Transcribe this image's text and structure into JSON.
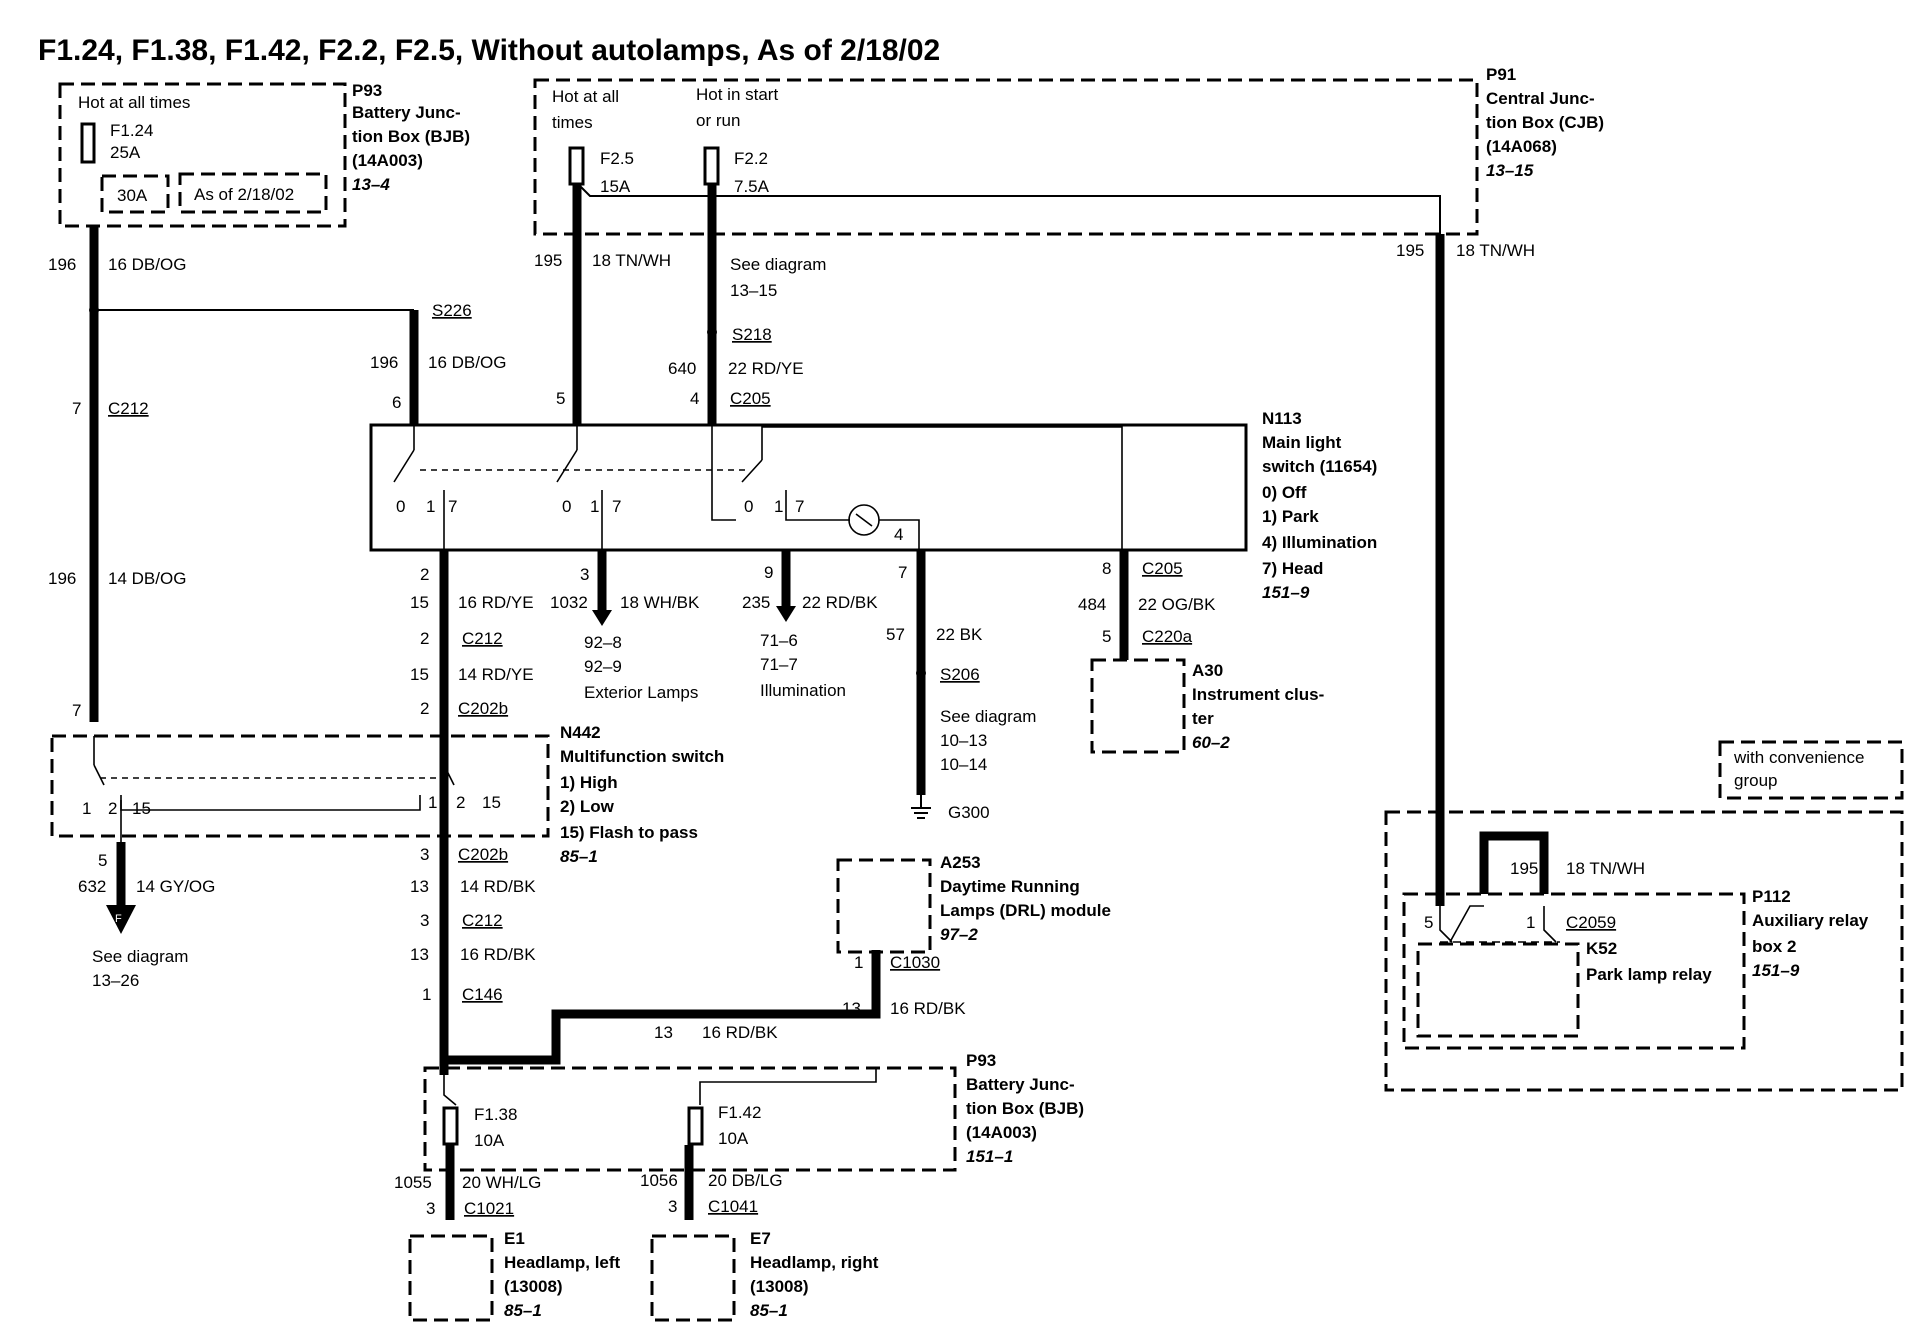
{
  "title": "F1.24, F1.38, F1.42, F2.2, F2.5, Without autolamps, As of 2/18/02",
  "components": {
    "p93_top": {
      "id": "P93",
      "lines": [
        "Battery Junc-",
        "tion Box (BJB)",
        "(14A003)"
      ],
      "ref": "13–4",
      "note": "Hot at all times",
      "fuse": {
        "name": "F1.24",
        "rating": "25A"
      },
      "alt_rating": "30A",
      "alt_date": "As of 2/18/02"
    },
    "p91": {
      "id": "P91",
      "lines": [
        "Central Junc-",
        "tion Box (CJB)",
        "(14A068)"
      ],
      "ref": "13–15",
      "note1": [
        "Hot at all",
        "times"
      ],
      "note2": [
        "Hot in start",
        "or run"
      ],
      "fuse1": {
        "name": "F2.5",
        "rating": "15A"
      },
      "fuse2": {
        "name": "F2.2",
        "rating": "7.5A"
      }
    },
    "n113": {
      "id": "N113",
      "lines": [
        "Main light",
        "switch (11654)"
      ],
      "positions": [
        "0)   Off",
        "1)   Park",
        "4)   Illumination",
        "7)   Head"
      ],
      "ref": "151–9"
    },
    "n442": {
      "id": "N442",
      "lines": [
        "Multifunction switch"
      ],
      "positions": [
        "1)  High",
        "2)  Low",
        "15) Flash to pass"
      ],
      "ref": "85–1"
    },
    "a30": {
      "id": "A30",
      "lines": [
        "Instrument clus-",
        "ter"
      ],
      "ref": "60–2"
    },
    "a253": {
      "id": "A253",
      "lines": [
        "Daytime Running",
        "Lamps (DRL) module"
      ],
      "ref": "97–2"
    },
    "p93_bottom": {
      "id": "P93",
      "lines": [
        "Battery Junc-",
        "tion Box (BJB)",
        "(14A003)"
      ],
      "ref": "151–1",
      "fuse1": {
        "name": "F1.38",
        "rating": "10A"
      },
      "fuse2": {
        "name": "F1.42",
        "rating": "10A"
      }
    },
    "e1": {
      "id": "E1",
      "lines": [
        "Headlamp, left",
        "(13008)"
      ],
      "ref": "85–1"
    },
    "e7": {
      "id": "E7",
      "lines": [
        "Headlamp, right",
        "(13008)"
      ],
      "ref": "85–1"
    },
    "p112": {
      "id": "P112",
      "lines": [
        "Auxiliary relay",
        "box 2"
      ],
      "ref": "151–9"
    },
    "k52": {
      "id": "K52",
      "lines": [
        "Park lamp relay"
      ]
    },
    "convenience": [
      "with convenience",
      "group"
    ]
  },
  "wires": {
    "w196a": {
      "circuit": "196",
      "gauge": "16 DB/OG"
    },
    "w196b": {
      "circuit": "196",
      "gauge": "16 DB/OG"
    },
    "w196c": {
      "circuit": "196",
      "gauge": "14 DB/OG"
    },
    "w195a": {
      "circuit": "195",
      "gauge": "18 TN/WH"
    },
    "w195b": {
      "circuit": "195",
      "gauge": "18 TN/WH"
    },
    "w195c": {
      "circuit": "195",
      "gauge": "18 TN/WH"
    },
    "w640": {
      "circuit": "640",
      "gauge": "22 RD/YE"
    },
    "w15a": {
      "circuit": "15",
      "gauge": "16 RD/YE"
    },
    "w15b": {
      "circuit": "15",
      "gauge": "14 RD/YE"
    },
    "w1032": {
      "circuit": "1032",
      "gauge": "18 WH/BK"
    },
    "w235": {
      "circuit": "235",
      "gauge": "22 RD/BK"
    },
    "w57": {
      "circuit": "57",
      "gauge": "22 BK"
    },
    "w484": {
      "circuit": "484",
      "gauge": "22 OG/BK"
    },
    "w632": {
      "circuit": "632",
      "gauge": "14 GY/OG"
    },
    "w13a": {
      "circuit": "13",
      "gauge": "14 RD/BK"
    },
    "w13b": {
      "circuit": "13",
      "gauge": "16 RD/BK"
    },
    "w13c": {
      "circuit": "13",
      "gauge": "16 RD/BK"
    },
    "w13d": {
      "circuit": "13",
      "gauge": "16 RD/BK"
    },
    "w1055": {
      "circuit": "1055",
      "gauge": "20 WH/LG"
    },
    "w1056": {
      "circuit": "1056",
      "gauge": "20 DB/LG"
    }
  },
  "connectors": {
    "c212a": "C212",
    "c205a": "C205",
    "c205b": "C205",
    "c220a": "C220a",
    "c212b": "C212",
    "c202b_a": "C202b",
    "c202b_b": "C202b",
    "c212c": "C212",
    "c146": "C146",
    "c1030": "C1030",
    "c1021": "C1021",
    "c1041": "C1041",
    "c2059": "C2059"
  },
  "splices": {
    "s226": "S226",
    "s218": "S218",
    "s206": "S206",
    "g300": "G300"
  },
  "pins": {
    "c212a": "7",
    "n442_7": "7",
    "c205_6": "6",
    "c205_5": "5",
    "c205_4": "4",
    "c205_8": "8",
    "c220a_5": "5",
    "n113_2": "2",
    "n113_3": "3",
    "n113_9": "9",
    "n113_7": "7",
    "c212b": "2",
    "c202b": "2",
    "c202b_3": "3",
    "c212c": "3",
    "c146": "1",
    "c1030": "1",
    "n442_5": "5",
    "c1021": "3",
    "c1041": "3",
    "p112_5": "5",
    "p112_1": "1"
  },
  "switch_marks": {
    "p0": "0",
    "p1": "1",
    "p7": "7",
    "p4": "4",
    "m1": "1",
    "m2": "2",
    "m15": "15"
  },
  "destinations": {
    "exterior": {
      "refs": [
        "92–8",
        "92–9"
      ],
      "label": "Exterior Lamps"
    },
    "illum": {
      "refs": [
        "71–6",
        "71–7"
      ],
      "label": "Illumination"
    },
    "see1315": [
      "See diagram",
      "13–15"
    ],
    "see1013": [
      "See diagram",
      "10–13",
      "10–14"
    ],
    "see1326": [
      "See diagram",
      "13–26"
    ],
    "f_marker": "F"
  }
}
